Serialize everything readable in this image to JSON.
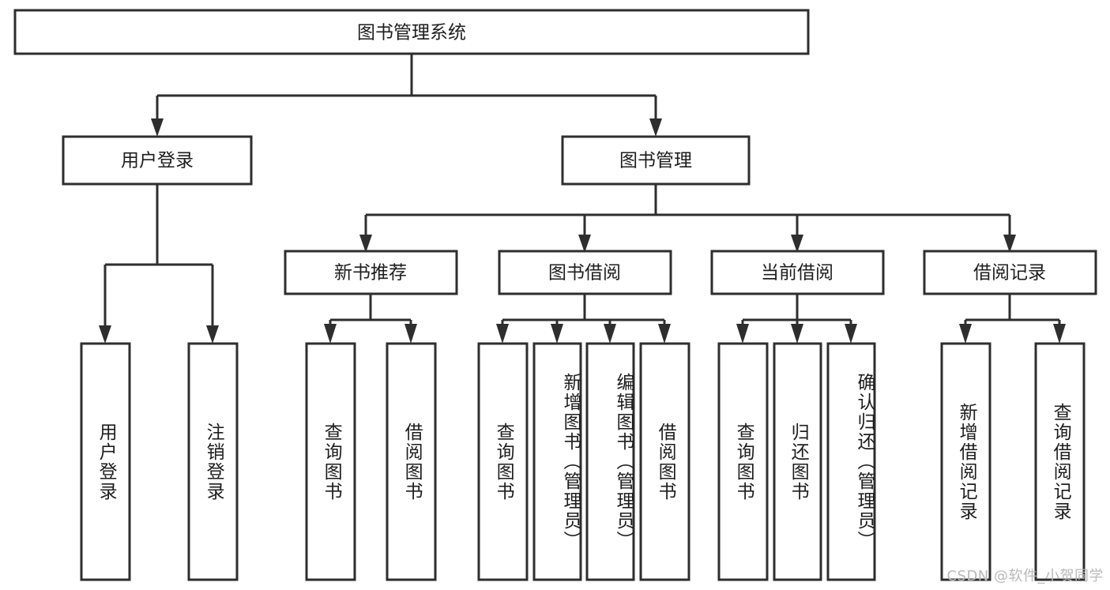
{
  "diagram": {
    "type": "tree",
    "title": "图书管理系统",
    "orientation": "top-down",
    "colors": {
      "node_stroke": "#2e2e2e",
      "node_fill": "#ffffff",
      "edge": "#2e2e2e",
      "text": "#1d1d1d",
      "background": "#ffffff",
      "watermark": "#b9b9b9"
    },
    "root": {
      "label": "图书管理系统"
    },
    "level2": [
      {
        "label": "用户登录"
      },
      {
        "label": "图书管理"
      }
    ],
    "level3": [
      {
        "label": "新书推荐"
      },
      {
        "label": "图书借阅"
      },
      {
        "label": "当前借阅"
      },
      {
        "label": "借阅记录"
      }
    ],
    "leaves": {
      "user_login": [
        {
          "label": "用户登录"
        },
        {
          "label": "注销登录"
        }
      ],
      "new_book_recommend": [
        {
          "label": "查询图书"
        },
        {
          "label": "借阅图书"
        }
      ],
      "book_borrow": [
        {
          "label": "查询图书"
        },
        {
          "label": "新增图书（管理员）"
        },
        {
          "label": "编辑图书（管理员）"
        },
        {
          "label": "借阅图书"
        }
      ],
      "current_borrow": [
        {
          "label": "查询图书"
        },
        {
          "label": "归还图书"
        },
        {
          "label": "确认归还（管理员）"
        }
      ],
      "borrow_record": [
        {
          "label": "新增借阅记录"
        },
        {
          "label": "查询借阅记录"
        }
      ]
    }
  },
  "watermark": {
    "text": "CSDN @软件_小贺同学"
  }
}
